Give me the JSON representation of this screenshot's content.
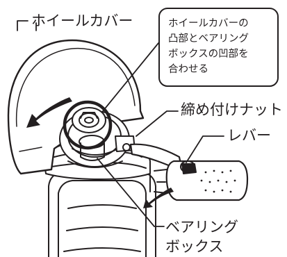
{
  "labels": {
    "wheel_cover": "ホイールカバー",
    "lock_nut": "締め付けナット",
    "lever": "レバー",
    "bearing_box_line1": "ベアリング",
    "bearing_box_line2": "ボックス"
  },
  "callout": {
    "lines": [
      "ホイールカバーの",
      "凸部とベアリング",
      "ボックスの凹部を",
      "合わせる"
    ]
  },
  "colors": {
    "ink": "#231f20",
    "background": "#ffffff"
  },
  "icons": {
    "rotate_arrow": "curved-arrow-icon",
    "lever_arrow": "curved-arrow-icon"
  }
}
